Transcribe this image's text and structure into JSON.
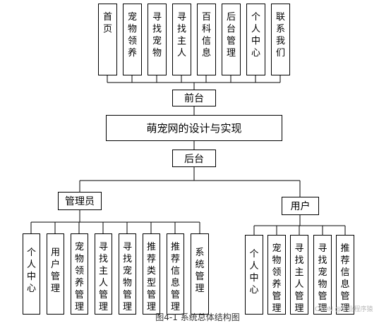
{
  "diagram": {
    "top_modules": [
      "首页",
      "宠物领养",
      "寻找宠物",
      "寻找主人",
      "百科信息",
      "后台管理",
      "个人中心",
      "联系我们"
    ],
    "frontend_label": "前台",
    "system_title": "萌宠网的设计与实现",
    "backend_label": "后台",
    "admin_label": "管理员",
    "user_label": "用户",
    "admin_modules": [
      "个人中心",
      "用户管理",
      "宠物领养管理",
      "寻找主人管理",
      "寻找宠物管理",
      "推荐类型管理",
      "推荐信息管理",
      "系统管理"
    ],
    "user_modules": [
      "个人中心",
      "宠物领养管理",
      "寻找主人管理",
      "寻找宠物管理",
      "推荐信息管理"
    ]
  },
  "caption": "图4-1 系统总体结构图",
  "watermark": "CSDN @毕业程序猿"
}
